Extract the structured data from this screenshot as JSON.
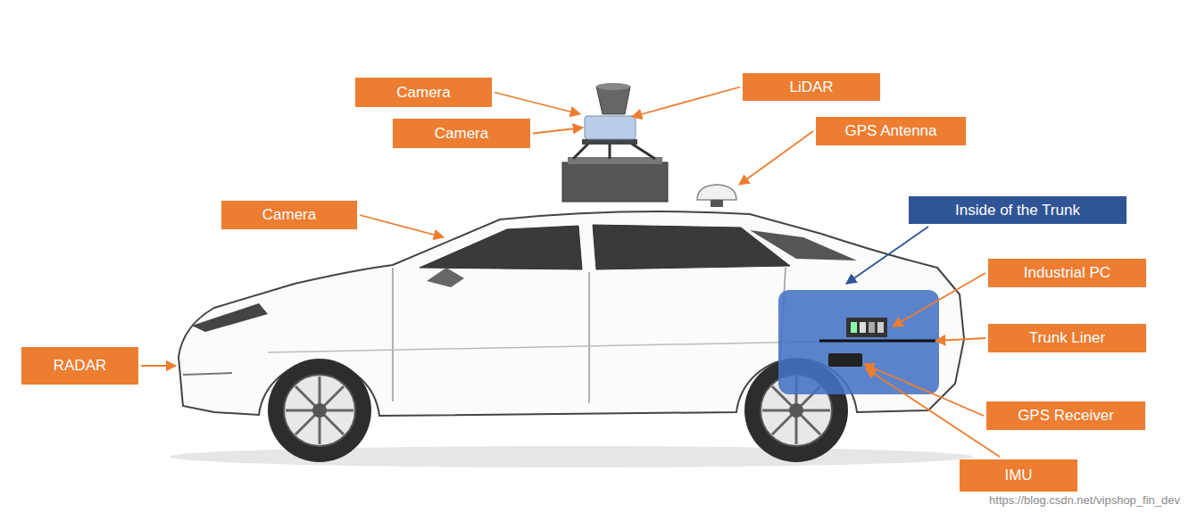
{
  "diagram": {
    "nodes": [
      {
        "text": [
          "Camera"
        ]
      },
      {
        "text": [
          "LiDAR"
        ]
      },
      {
        "text": [
          "Camera"
        ]
      },
      {
        "text": [
          "GPS Antenna"
        ]
      },
      {
        "text": [
          "Camera"
        ]
      },
      {
        "text": [
          "Inside of the Trunk"
        ]
      },
      {
        "text": [
          "Industrial PC"
        ]
      },
      {
        "text": [
          "Trunk Liner"
        ]
      },
      {
        "text": [
          "RADAR"
        ]
      },
      {
        "text": [
          "GPS Receiver"
        ]
      },
      {
        "text": [
          "IMU"
        ]
      }
    ],
    "labels": [
      "https://blog.csdn.net/vipshop_fin_dev"
    ]
  }
}
